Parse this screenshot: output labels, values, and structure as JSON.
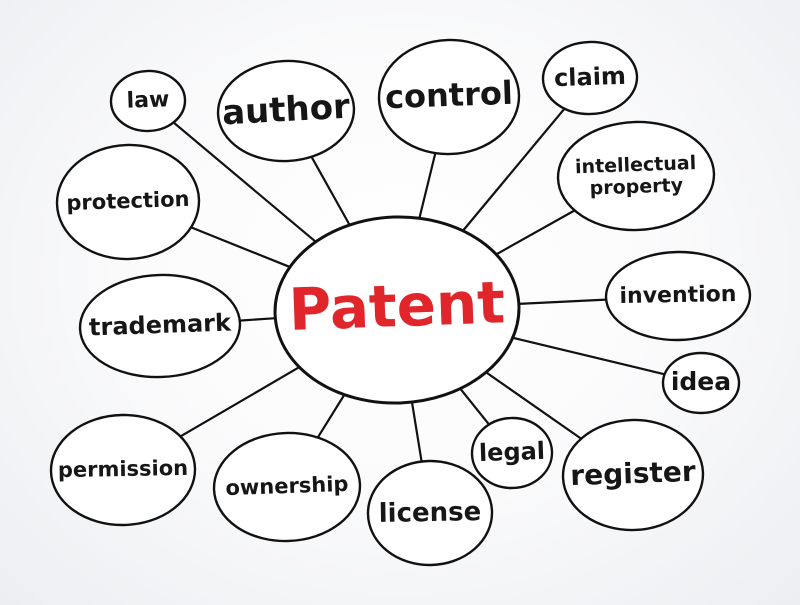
{
  "center": {
    "label": "Patent",
    "color": "#e0262b"
  },
  "nodes": [
    {
      "id": "law",
      "lines": [
        "law"
      ]
    },
    {
      "id": "author",
      "lines": [
        "author"
      ]
    },
    {
      "id": "control",
      "lines": [
        "control"
      ]
    },
    {
      "id": "claim",
      "lines": [
        "claim"
      ]
    },
    {
      "id": "intellectual-property",
      "lines": [
        "intellectual",
        "property"
      ]
    },
    {
      "id": "protection",
      "lines": [
        "protection"
      ]
    },
    {
      "id": "invention",
      "lines": [
        "invention"
      ]
    },
    {
      "id": "trademark",
      "lines": [
        "trademark"
      ]
    },
    {
      "id": "idea",
      "lines": [
        "idea"
      ]
    },
    {
      "id": "permission",
      "lines": [
        "permission"
      ]
    },
    {
      "id": "ownership",
      "lines": [
        "ownership"
      ]
    },
    {
      "id": "license",
      "lines": [
        "license"
      ]
    },
    {
      "id": "legal",
      "lines": [
        "legal"
      ]
    },
    {
      "id": "register",
      "lines": [
        "register"
      ]
    }
  ],
  "colors": {
    "ink": "#111111",
    "accent": "#e0262b"
  }
}
